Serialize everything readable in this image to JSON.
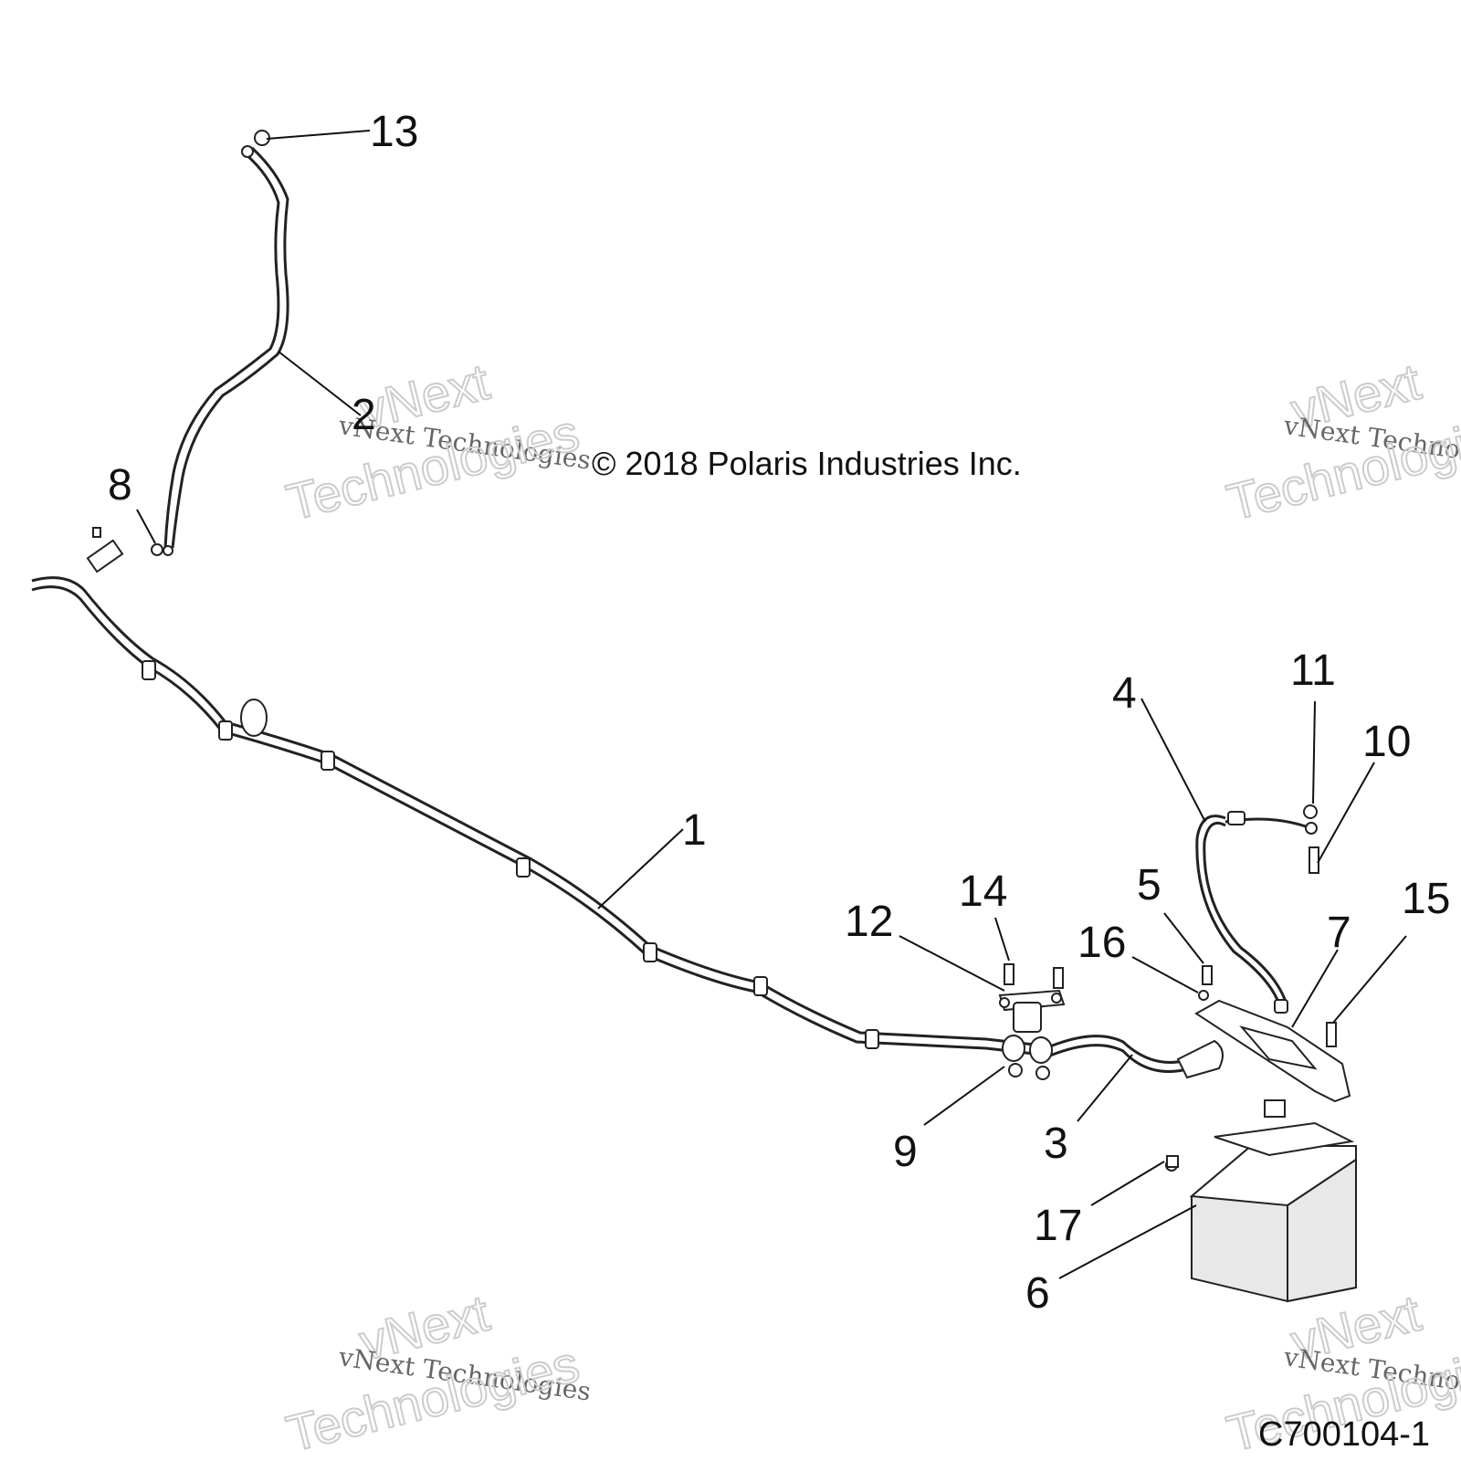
{
  "copyright": "© 2018 Polaris Industries Inc.",
  "diagram_code": "C700104-1",
  "watermark": {
    "line1": "vNext",
    "line2": "vNext Technologies",
    "line3": "Technologies"
  },
  "callouts": {
    "c1": "1",
    "c2": "2",
    "c3": "3",
    "c4": "4",
    "c5": "5",
    "c6": "6",
    "c7": "7",
    "c8": "8",
    "c9": "9",
    "c10": "10",
    "c11": "11",
    "c12": "12",
    "c13": "13",
    "c14": "14",
    "c15": "15",
    "c16": "16",
    "c17": "17"
  }
}
